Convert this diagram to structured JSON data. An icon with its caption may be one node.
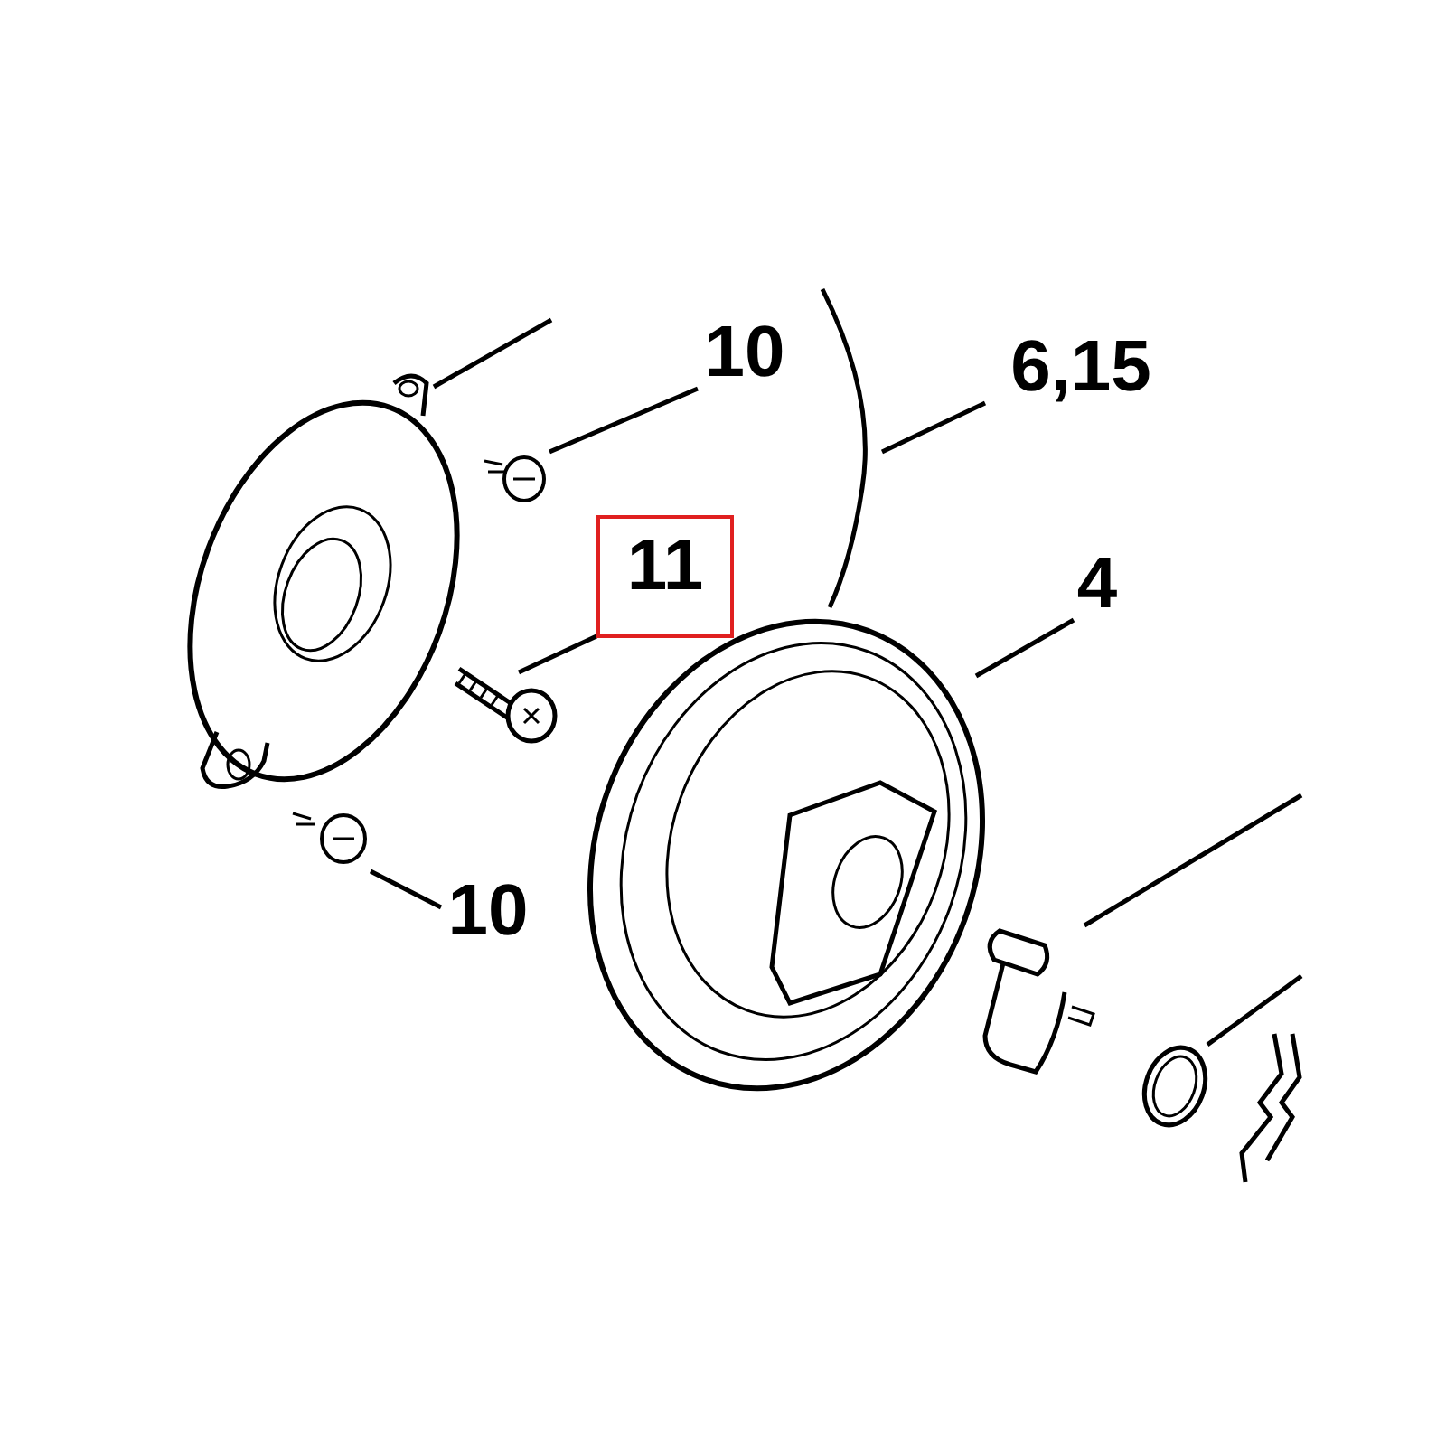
{
  "diagram": {
    "nodes": [
      {
        "text": [
          "10"
        ]
      },
      {
        "text": [
          "6,15"
        ]
      },
      {
        "text": [
          "11"
        ]
      },
      {
        "text": [
          "4"
        ]
      },
      {
        "text": [
          "10"
        ]
      },
      {
        "text": [],
        "shape": "picture"
      },
      {
        "text": [],
        "shape": "picture"
      },
      {
        "text": [],
        "shape": "picture"
      },
      {
        "text": [],
        "shape": "picture"
      },
      {
        "text": [],
        "shape": "picture"
      },
      {
        "text": [],
        "shape": "picture"
      },
      {
        "text": [],
        "shape": "picture"
      },
      {
        "text": [],
        "shape": "picture"
      },
      {
        "text": [],
        "shape": "picture"
      }
    ],
    "edges": [
      {
        "from": 0,
        "to": 6,
        "arrow": "none"
      },
      {
        "from": 1,
        "to": 7,
        "arrow": "none"
      },
      {
        "from": 2,
        "to": 8,
        "arrow": "none"
      },
      {
        "from": 3,
        "to": 9,
        "arrow": "none"
      },
      {
        "from": 4,
        "to": 10,
        "arrow": "none"
      },
      {
        "from": null,
        "to": 5,
        "arrow": "none"
      },
      {
        "from": null,
        "to": 11,
        "arrow": "none"
      },
      {
        "from": null,
        "to": 12,
        "arrow": "none"
      }
    ]
  }
}
